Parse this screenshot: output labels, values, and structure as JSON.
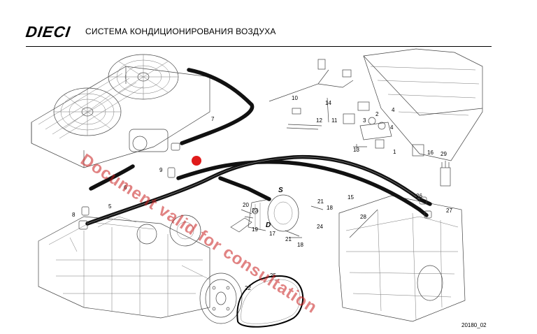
{
  "header": {
    "logo": "DIECI",
    "title": "СИСТЕМА КОНДИЦИОНИРОВАНИЯ ВОЗДУХА"
  },
  "drawing_code": "20180_02",
  "watermark": "Document valid for consultation",
  "letter_marks": {
    "s": "S",
    "d": "D"
  },
  "callouts": {
    "c1": "1",
    "c2": "2",
    "c3": "3",
    "c4a": "4",
    "c4b": "4",
    "c5": "5",
    "c6": "6",
    "c7": "7",
    "c8": "8",
    "c9": "9",
    "c10": "10",
    "c11": "11",
    "c12": "12",
    "c13": "13",
    "c14": "14",
    "c15": "15",
    "c16": "16",
    "c17": "17",
    "c18a": "18",
    "c18b": "18",
    "c19": "19",
    "c20": "20",
    "c21a": "21",
    "c21b": "21",
    "c22": "22",
    "c23": "23",
    "c24": "24",
    "c25": "25",
    "c26": "26",
    "c27": "27",
    "c28": "28",
    "c29": "29"
  },
  "colors": {
    "marker": "#e01b1b",
    "watermark": "#c81e1e",
    "hose": "#111111"
  }
}
